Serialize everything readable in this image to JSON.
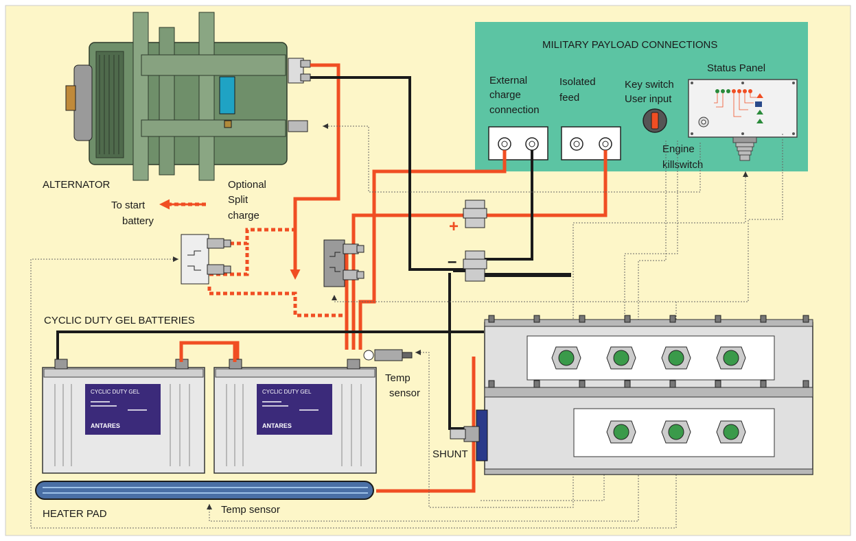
{
  "colors": {
    "background": "#fdf6c8",
    "panel": "#5cc4a3",
    "positive_cable": "#f04e23",
    "negative_cable": "#1a1a1a",
    "alternator": "#6f8f6a",
    "battery": "#e8e8e8",
    "battery_label": "#3b2a7a",
    "heater_pad": "#4a6fa5"
  },
  "panel": {
    "title": "MILITARY PAYLOAD CONNECTIONS",
    "external_charge": [
      "External",
      "charge",
      "connection"
    ],
    "isolated_feed": [
      "Isolated",
      "feed"
    ],
    "key_switch": [
      "Key switch",
      "User input"
    ],
    "status_panel": "Status Panel",
    "engine_killswitch": [
      "Engine",
      "killswitch"
    ]
  },
  "labels": {
    "alternator": "ALTERNATOR",
    "split_charge": [
      "Optional",
      "Split",
      "charge"
    ],
    "to_start_battery": [
      "To start",
      "battery"
    ],
    "plus": "+",
    "minus": "–",
    "batteries": "CYCLIC DUTY GEL BATTERIES",
    "temp_sensor_battery": [
      "Temp",
      "sensor"
    ],
    "shunt": "SHUNT",
    "heater_pad": "HEATER PAD",
    "temp_sensor_pad": "Temp sensor"
  },
  "battery_label": {
    "product": "CYCLIC DUTY GEL",
    "brand": "ANTARES"
  },
  "icons": [
    "cable-gland-icon",
    "terminal-stud-icon",
    "connector-socket-icon",
    "arrow-icon"
  ]
}
